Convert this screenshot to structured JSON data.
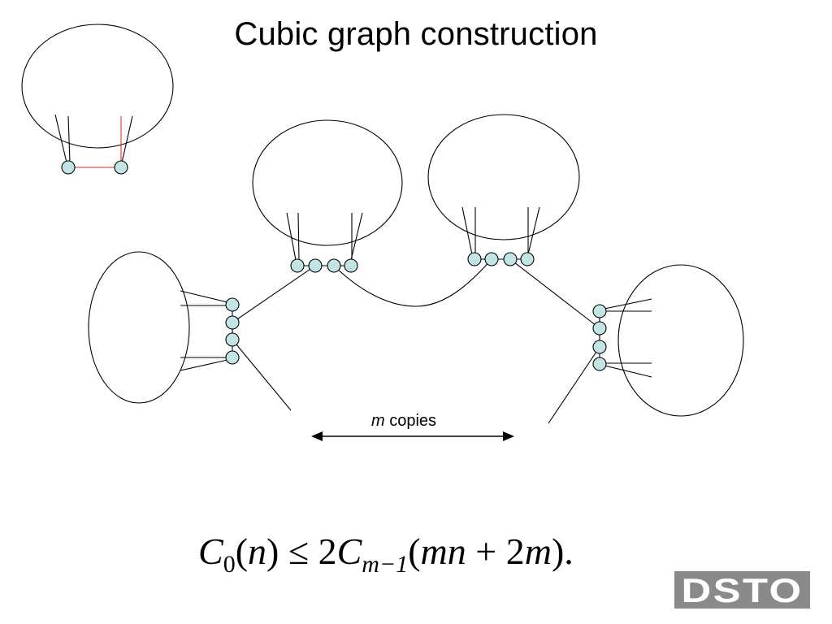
{
  "slide": {
    "title": "Cubic graph construction"
  },
  "diagram": {
    "copies_label_var": "m",
    "copies_label_text": " copies",
    "node_fill": "#c2e4e4",
    "stroke": "#000000",
    "highlight_edge": "#d9342b"
  },
  "formula": {
    "lhs_c": "C",
    "lhs_sub": "0",
    "lhs_arg_open": "(",
    "lhs_arg": "n",
    "lhs_arg_close": ")",
    "relation": " ≤ 2",
    "rhs_c": "C",
    "rhs_sub": "m−1",
    "rhs_open": "(",
    "rhs_mn": "mn",
    "rhs_plus": " + 2",
    "rhs_m": "m",
    "rhs_close": ")."
  },
  "logo": {
    "text": "DSTO",
    "color": "#8a8a8a"
  }
}
